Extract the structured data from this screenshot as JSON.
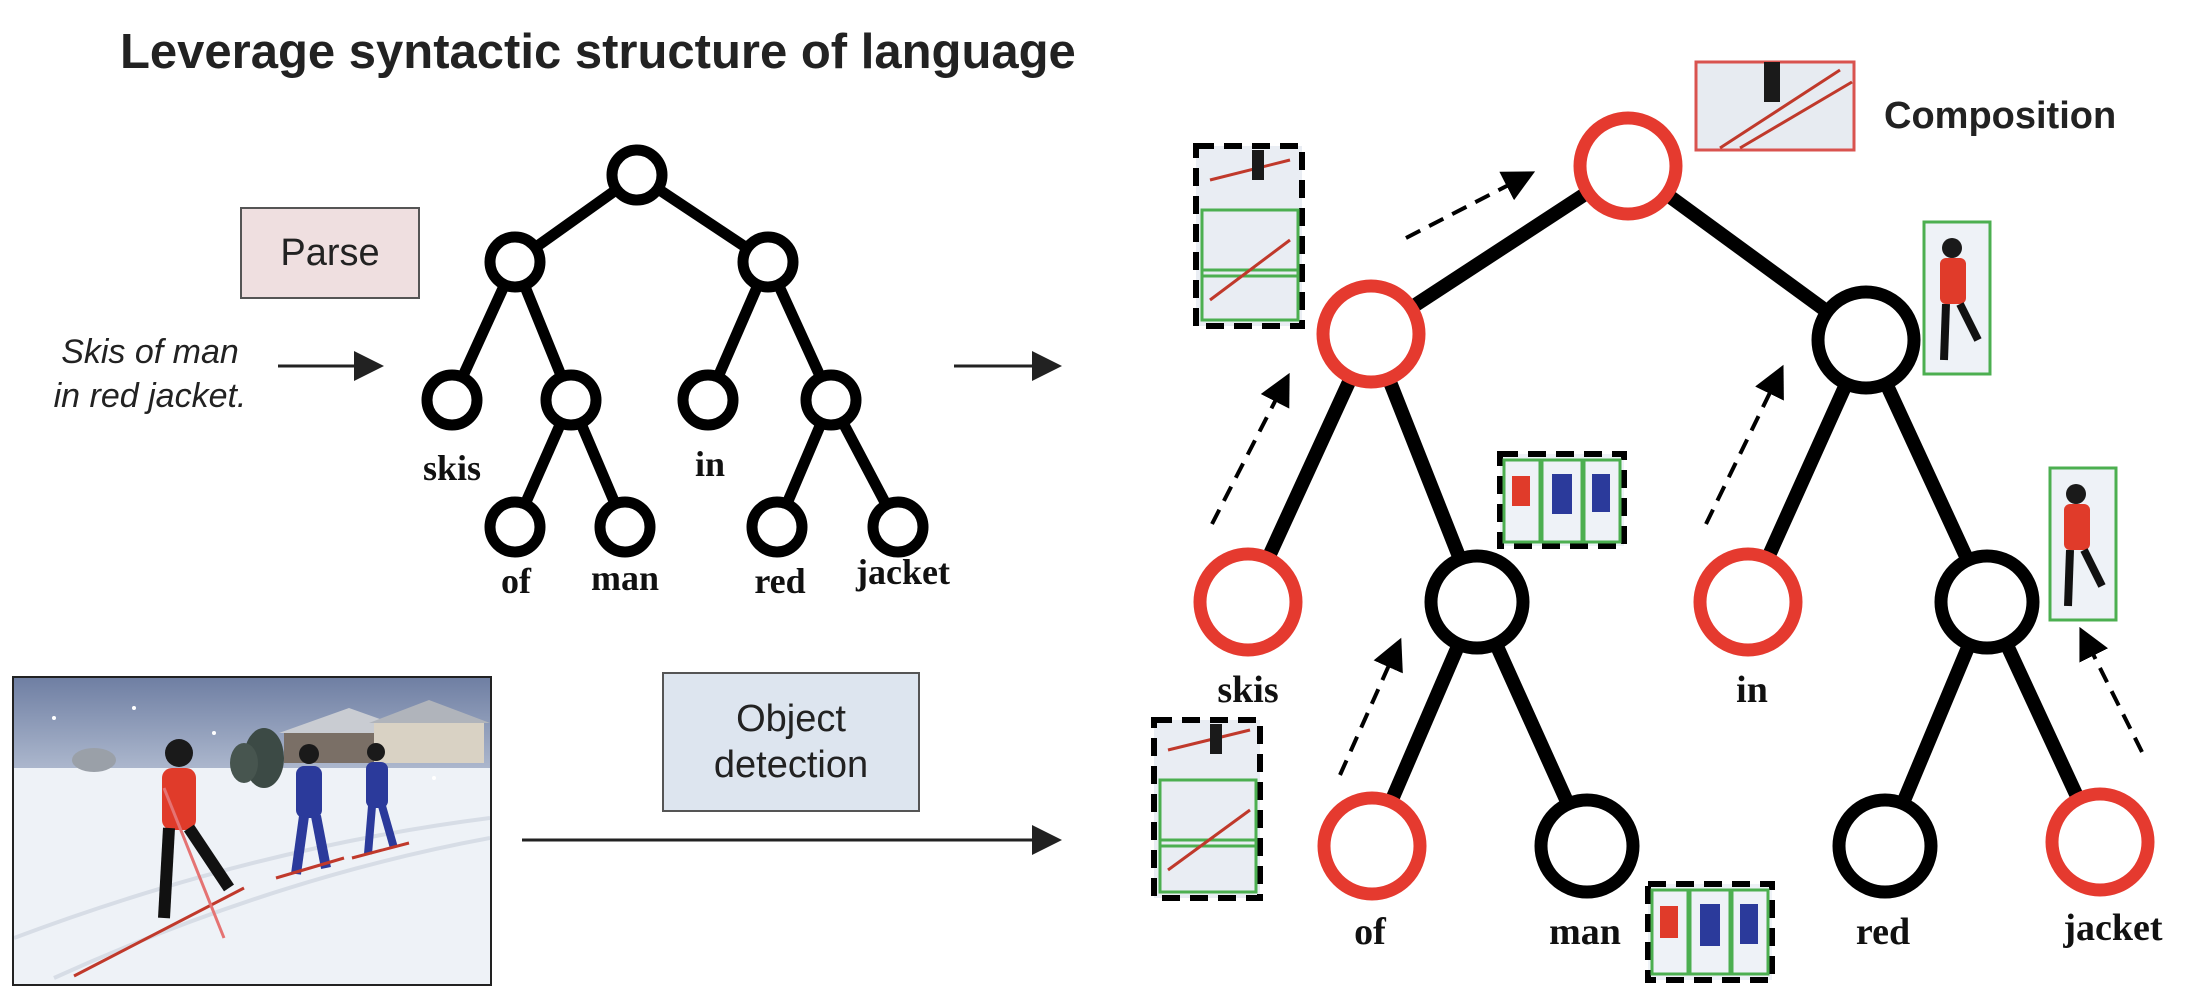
{
  "title": "Leverage syntactic structure of language",
  "parse_label": "Parse",
  "object_detection_label": "Object\ndetection",
  "sentence": {
    "line1": "Skis of man",
    "line2": "in red jacket."
  },
  "composition_label": "Composition",
  "parse_tree_words": {
    "skis": "skis",
    "of": "of",
    "man": "man",
    "in": "in",
    "red": "red",
    "jacket": "jacket"
  },
  "composed_tree_words": {
    "skis": "skis",
    "of": "of",
    "man": "man",
    "in": "in",
    "red": "red",
    "jacket": "jacket"
  },
  "colors": {
    "node_red": "#e53a2f",
    "node_black": "#000000",
    "parse_box_bg": "#efdfe0",
    "detection_box_bg": "#dde5ef",
    "crop_border_green": "#4caf50",
    "crop_border_red": "#d9534f"
  }
}
